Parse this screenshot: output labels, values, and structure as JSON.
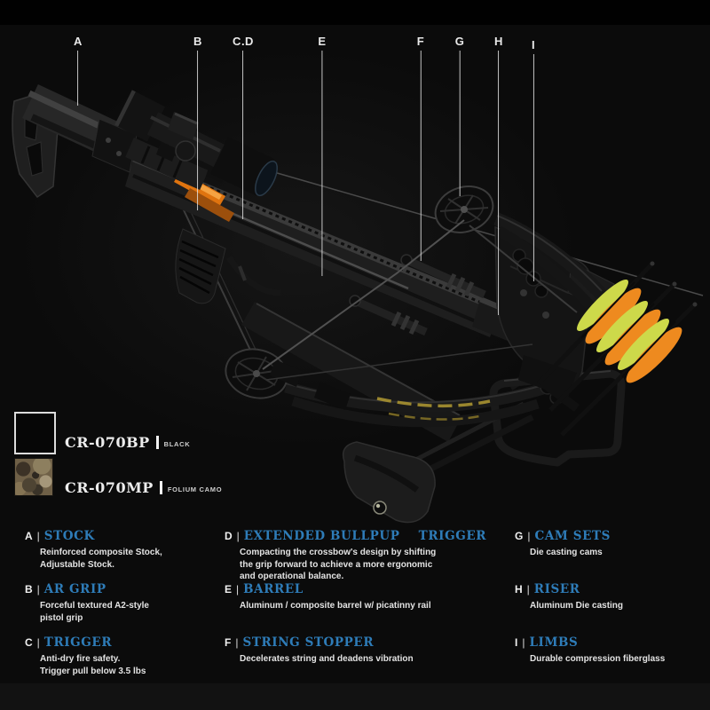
{
  "colors": {
    "background": "#0b0b0b",
    "accent_blue": "#2e7cb8",
    "text_white": "#e8e8e8",
    "fletch_yellow": "#cdd94a",
    "fletch_orange": "#ee8a1f"
  },
  "separator": "|",
  "callouts": [
    {
      "letter": "A"
    },
    {
      "letter": "B"
    },
    {
      "letter": "C.D"
    },
    {
      "letter": "E"
    },
    {
      "letter": "F"
    },
    {
      "letter": "G"
    },
    {
      "letter": "H"
    },
    {
      "letter": "I"
    }
  ],
  "variants": [
    {
      "model": "CR-070BP",
      "finish": "BLACK"
    },
    {
      "model": "CR-070MP",
      "finish": "FOLIUM CAMO"
    }
  ],
  "legend": [
    {
      "items": [
        {
          "letter": "A",
          "title": "STOCK",
          "desc": "Reinforced composite Stock,\nAdjustable Stock."
        },
        {
          "letter": "B",
          "title": "AR GRIP",
          "desc": "Forceful textured A2-style\npistol grip"
        },
        {
          "letter": "C",
          "title": "TRIGGER",
          "desc": "Anti-dry fire safety.\nTrigger pull below 3.5 lbs"
        }
      ]
    },
    {
      "items": [
        {
          "letter": "D",
          "title": "EXTENDED BULLPUP    TRIGGER",
          "desc": "Compacting the crossbow's design by shifting\nthe grip forward to achieve a more ergonomic\nand operational balance."
        },
        {
          "letter": "E",
          "title": "BARREL",
          "desc": "Aluminum / composite barrel w/ picatinny rail"
        },
        {
          "letter": "F",
          "title": "STRING STOPPER",
          "desc": "Decelerates string and deadens vibration"
        }
      ]
    },
    {
      "items": [
        {
          "letter": "G",
          "title": "CAM SETS",
          "desc": "Die casting cams"
        },
        {
          "letter": "H",
          "title": "RISER",
          "desc": "Aluminum Die casting"
        },
        {
          "letter": "I",
          "title": "LIMBS",
          "desc": "Durable compression fiberglass"
        }
      ]
    }
  ]
}
